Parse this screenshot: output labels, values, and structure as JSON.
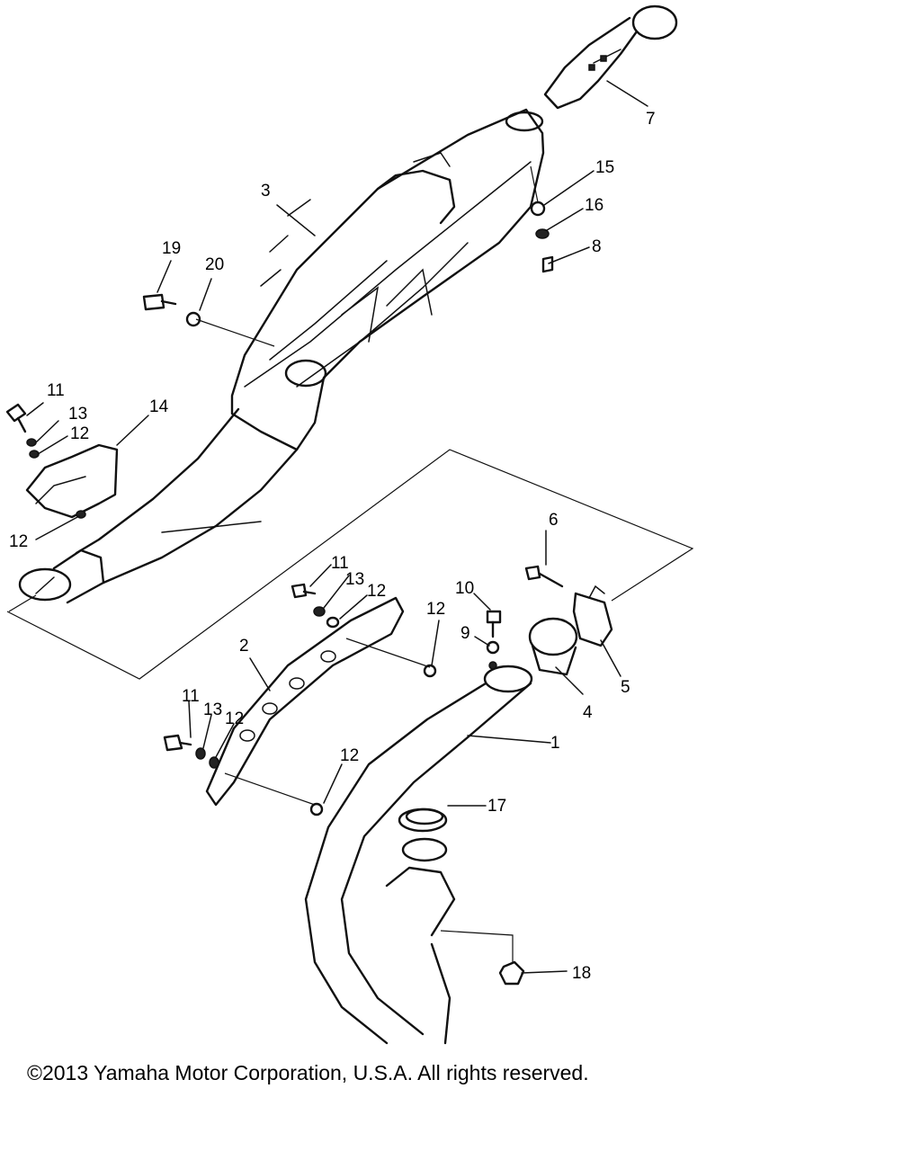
{
  "diagram": {
    "callouts": {
      "c1": "1",
      "c2": "2",
      "c3": "3",
      "c4": "4",
      "c5": "5",
      "c6": "6",
      "c7": "7",
      "c8": "8",
      "c9": "9",
      "c10": "10",
      "c11a": "11",
      "c11b": "11",
      "c11c": "11",
      "c12a": "12",
      "c12b": "12",
      "c12c": "12",
      "c12d": "12",
      "c12e": "12",
      "c12f": "12",
      "c13a": "13",
      "c13b": "13",
      "c13c": "13",
      "c14": "14",
      "c15": "15",
      "c16": "16",
      "c17": "17",
      "c18": "18",
      "c19": "19",
      "c20": "20"
    }
  },
  "footer": {
    "copyright": "©2013 Yamaha Motor Corporation, U.S.A. All rights reserved."
  }
}
